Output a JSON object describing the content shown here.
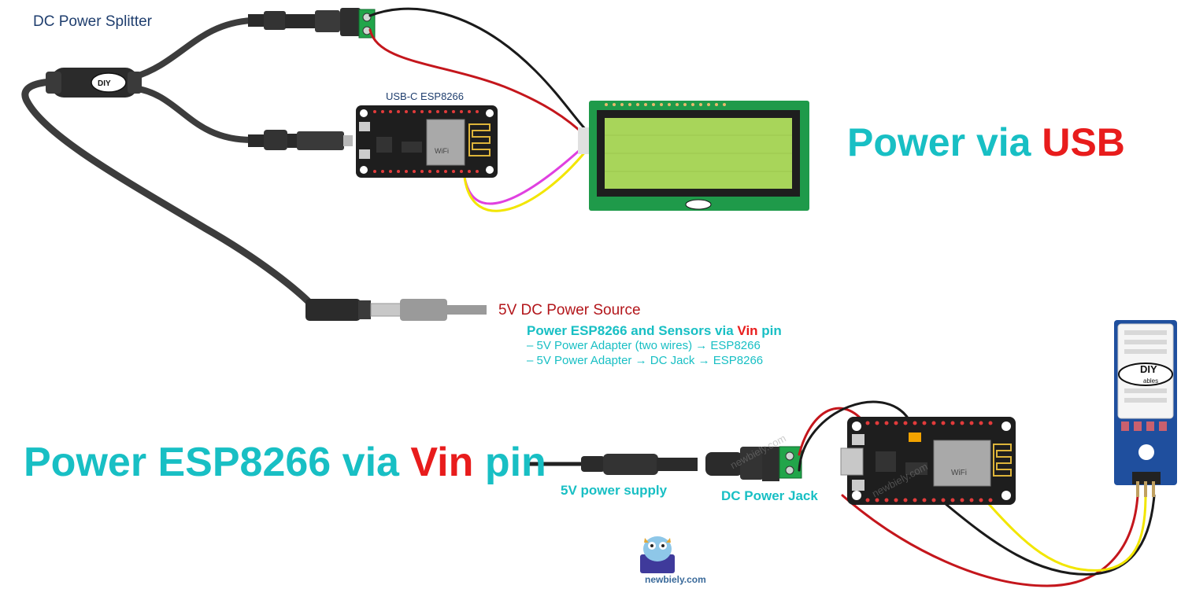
{
  "labels": {
    "dc_power_splitter": "DC Power Splitter",
    "usbc_esp8266": "USB-C ESP8266",
    "power_source": "5V DC Power Source",
    "power_via": "Power via ",
    "usb": "USB",
    "vin_title_prefix": "Power ESP8266 and Sensors via ",
    "vin_word": "Vin",
    "vin_title_suffix": " pin",
    "note_1": "–   5V Power Adapter (two wires) → ESP8266",
    "note_2": "–   5V Power Adapter → DC Jack → ESP8266",
    "big_prefix": "Power ESP8266 via ",
    "big_vin": "Vin",
    "big_suffix": " pin",
    "psu": "5V power supply",
    "dc_jack": "DC Power Jack",
    "website": "newbiely.com",
    "watermark": "newbiely.com",
    "brand_diy": "DIY",
    "brand_ables": "ables",
    "wifi": "WiFi"
  },
  "colors": {
    "accent_teal": "#18bfc4",
    "accent_red": "#e81c1c",
    "wire_red": "#c4161c",
    "wire_black": "#1a1a1a",
    "wire_yellow": "#f2e600",
    "wire_magenta": "#e040e0",
    "cable_gray": "#3c3c3c",
    "lcd_green": "#a8d55a",
    "board_black": "#1e1e1e",
    "sensor_blue": "#1f4f9e"
  },
  "icons": [
    "owl-mascot-icon",
    "diyables-logo-icon",
    "wifi-icon"
  ]
}
